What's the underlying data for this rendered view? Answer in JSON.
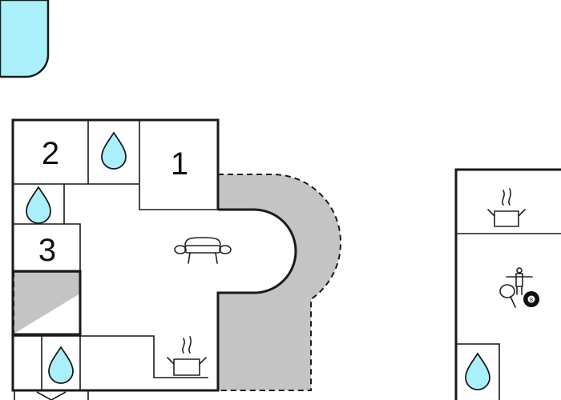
{
  "colors": {
    "wall": "#1a1a1a",
    "terrace": "#c4c4c4",
    "water": "#aaf0fa",
    "pool": "#aaf0fa",
    "background": "#ffffff"
  },
  "rooms": {
    "room_2": "2",
    "room_1": "1",
    "room_3": "3"
  },
  "pool_ball_number": "8",
  "icons": [
    "pool-icon",
    "water-drop-icon",
    "sofa-icon",
    "cooking-pot-icon",
    "table-tennis-icon",
    "foosball-player-icon",
    "billiard-ball-icon",
    "bed-icon"
  ]
}
